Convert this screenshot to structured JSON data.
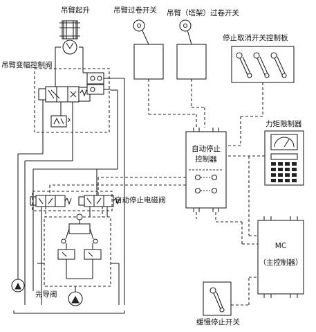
{
  "labels": {
    "boom_lift": "吊臂起升",
    "boom_over_hoist_switch": "吊臂过卷开关",
    "tower_over_hoist_switch": "吊臂（塔架）过卷开关",
    "boom_luffing_valve": "吊臂变幅控制阀",
    "stop_cancel_panel": "停止取消开关控制板",
    "moment_limiter": "力矩限制器",
    "auto_stop_controller_line1": "自动停止",
    "auto_stop_controller_line2": "控制器",
    "auto_stop_solenoid_valve": "自动停止电磁阀",
    "main_controller_line1": "MC",
    "main_controller_line2": "（主控制器）",
    "pilot_valve": "先导阀",
    "slow_stop_switch": "缓慢停止开关"
  },
  "colors": {
    "line": "#222222",
    "fill": "#ffffff"
  }
}
